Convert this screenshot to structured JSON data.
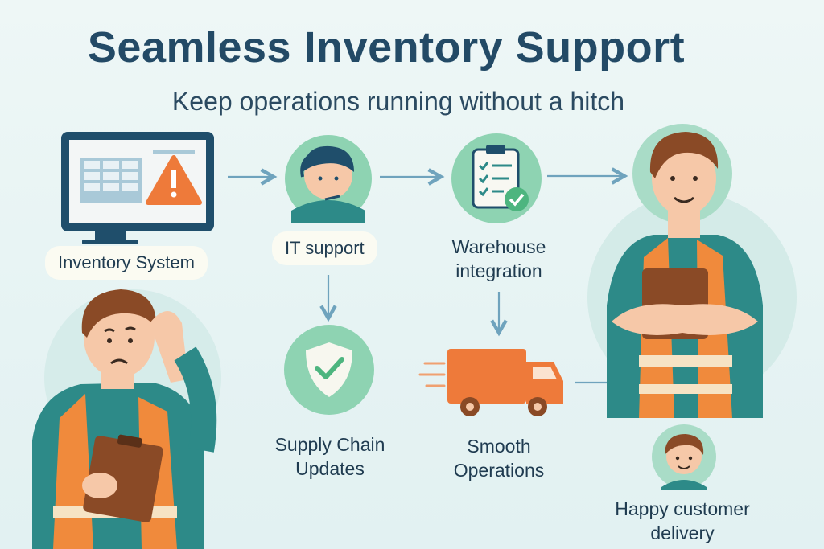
{
  "header": {
    "title": "Seamless Inventory Support",
    "subtitle": "Keep operations running without a hitch"
  },
  "nodes": {
    "inventory_system": "Inventory System",
    "it_support": "IT support",
    "warehouse_line1": "Warehouse",
    "warehouse_line2": "integration",
    "supply_line1": "Supply Chain",
    "supply_line2": "Updates",
    "smooth_line1": "Smooth",
    "smooth_line2": "Operations",
    "happy_line1": "Happy customer",
    "happy_line2": "delivery"
  },
  "colors": {
    "accent_green": "#7fcfaa",
    "vest_orange": "#f08a3c",
    "arrow": "#6fa3bd",
    "title": "#234a66"
  }
}
